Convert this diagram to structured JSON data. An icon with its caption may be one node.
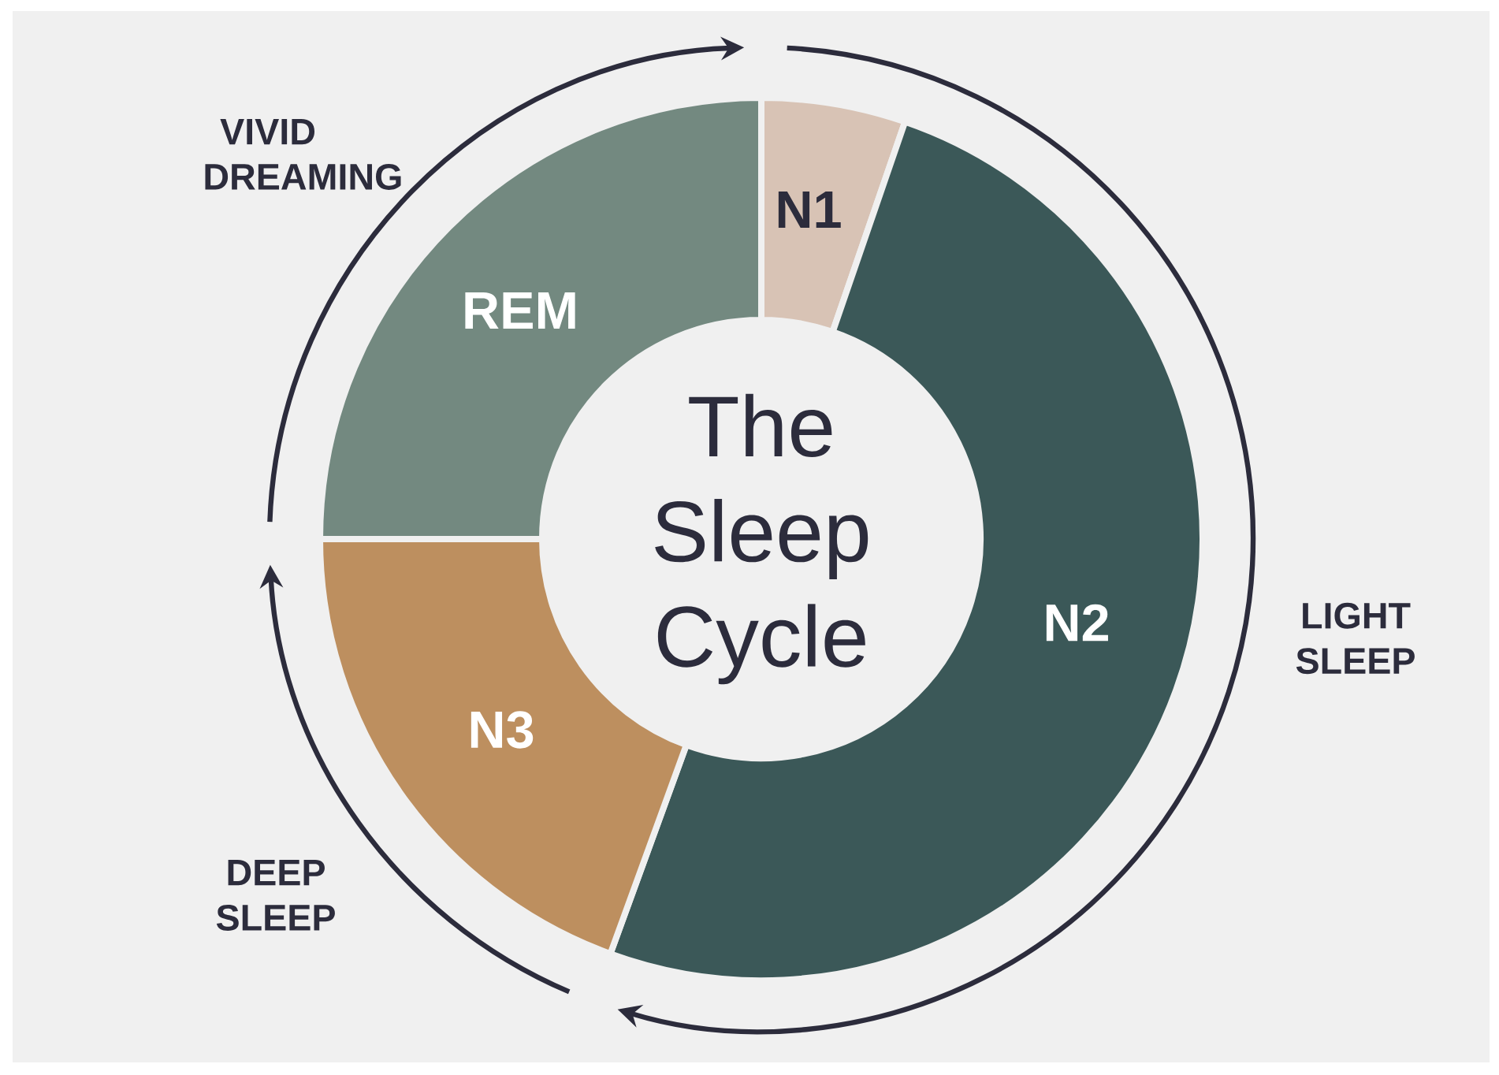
{
  "diagram": {
    "nodes": [
      {
        "text": [
          "The Sleep Cycle"
        ]
      },
      {
        "text": [
          "N1"
        ]
      },
      {
        "text": [
          "N2"
        ],
        "beside": [
          "LIGHT SLEEP"
        ]
      },
      {
        "text": [
          "N3"
        ],
        "beside": [
          "DEEP SLEEP"
        ]
      },
      {
        "text": [
          "REM"
        ],
        "beside": [
          "VIVID DREAMING"
        ]
      }
    ]
  }
}
